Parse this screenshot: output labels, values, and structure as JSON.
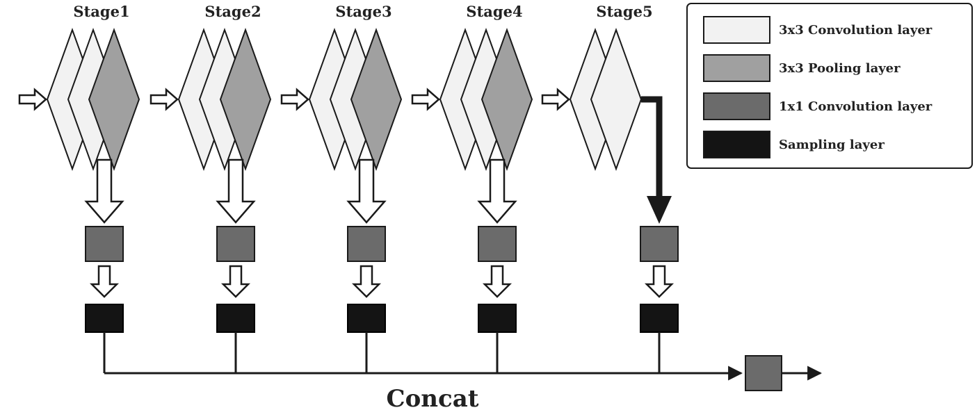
{
  "stages": [
    {
      "title": "Stage1",
      "conv_layers": 2,
      "has_pool": true
    },
    {
      "title": "Stage2",
      "conv_layers": 2,
      "has_pool": true
    },
    {
      "title": "Stage3",
      "conv_layers": 2,
      "has_pool": true
    },
    {
      "title": "Stage4",
      "conv_layers": 2,
      "has_pool": true
    },
    {
      "title": "Stage5",
      "conv_layers": 2,
      "has_pool": false
    }
  ],
  "legend": {
    "items": [
      {
        "label": "3x3 Convolution layer",
        "color": "#f2f2f2"
      },
      {
        "label": "3x3 Pooling layer",
        "color": "#a0a0a0"
      },
      {
        "label": "1x1 Convolution layer",
        "color": "#6b6b6b"
      },
      {
        "label": "Sampling layer",
        "color": "#141414"
      }
    ]
  },
  "concat_label": "Concat"
}
